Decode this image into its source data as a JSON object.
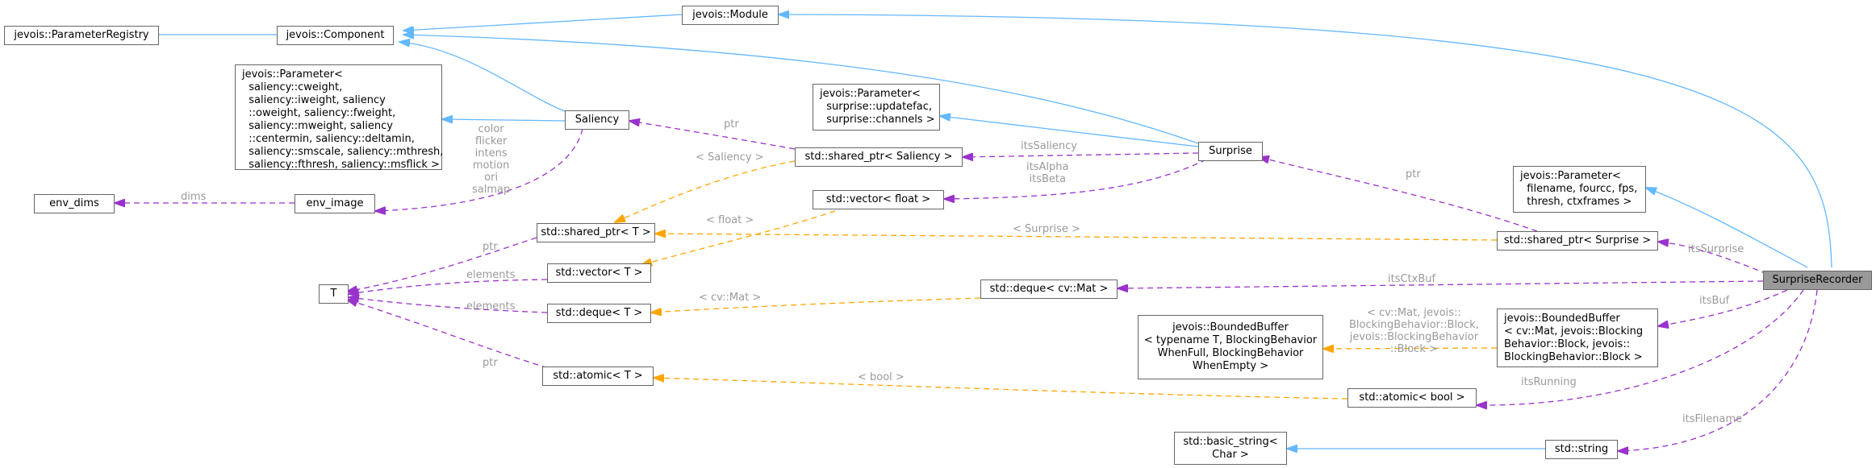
{
  "nodes": {
    "parameter_registry": "jevois::ParameterRegistry",
    "component": "jevois::Component",
    "module": "jevois::Module",
    "saliency_params": "jevois::Parameter<\n  saliency::cweight,\n  saliency::iweight, saliency\n  ::oweight, saliency::fweight,\n  saliency::mweight, saliency\n  ::centermin, saliency::deltamin,\n  saliency::smscale, saliency::mthresh,\n  saliency::fthresh, saliency::msflick >",
    "saliency": "Saliency",
    "surprise_params": "jevois::Parameter<\n  surprise::updatefac,\n  surprise::channels >",
    "shared_ptr_saliency": "std::shared_ptr< Saliency >",
    "surprise": "Surprise",
    "recorder_params": "jevois::Parameter<\n  filename, fourcc, fps,\n  thresh, ctxframes >",
    "env_dims": "env_dims",
    "env_image": "env_image",
    "vector_float": "std::vector< float >",
    "shared_ptr_t": "std::shared_ptr< T >",
    "shared_ptr_surprise": "std::shared_ptr< Surprise >",
    "t": "T",
    "vector_t": "std::vector< T >",
    "deque_mat": "std::deque< cv::Mat >",
    "surprise_recorder": "SurpriseRecorder",
    "deque_t": "std::deque< T >",
    "bounded_buffer_t": "jevois::BoundedBuffer\n< typename T, BlockingBehavior\nWhenFull, BlockingBehavior\nWhenEmpty >",
    "bounded_buffer_mat": "jevois::BoundedBuffer\n< cv::Mat, jevois::Blocking\nBehavior::Block, jevois::\nBlockingBehavior::Block >",
    "atomic_t": "std::atomic< T >",
    "atomic_bool": "std::atomic< bool >",
    "basic_string": "std::basic_string<\nChar >",
    "std_string": "std::string"
  },
  "edge_labels": {
    "saliency_channels": "color\nflicker\nintens\nmotion\nori\nsalmap",
    "dims": "dims",
    "ptr_saliency": "ptr",
    "its_saliency": "itsSaliency",
    "template_saliency": "< Saliency >",
    "its_alpha_beta": "itsAlpha\nitsBeta",
    "ptr_surprise": "ptr",
    "template_float": "< float >",
    "template_surprise": "< Surprise >",
    "ptr_t": "ptr",
    "elements_vector": "elements",
    "its_surprise": "itsSurprise",
    "its_ctx_buf": "itsCtxBuf",
    "template_mat": "< cv::Mat >",
    "elements_deque": "elements",
    "its_buf": "itsBuf",
    "template_bounded": "< cv::Mat, jevois::\nBlockingBehavior::Block,\njevois::BlockingBehavior\n::Block >",
    "ptr_atomic": "ptr",
    "its_running": "itsRunning",
    "template_bool": "< bool >",
    "its_filename": "itsFilename"
  },
  "colors": {
    "inheritance": "#63b8ff",
    "usage": "#9a32cd",
    "template": "#ffa500",
    "label": "#9a9a9a",
    "focus_fill": "#999999",
    "border": "#666666"
  }
}
